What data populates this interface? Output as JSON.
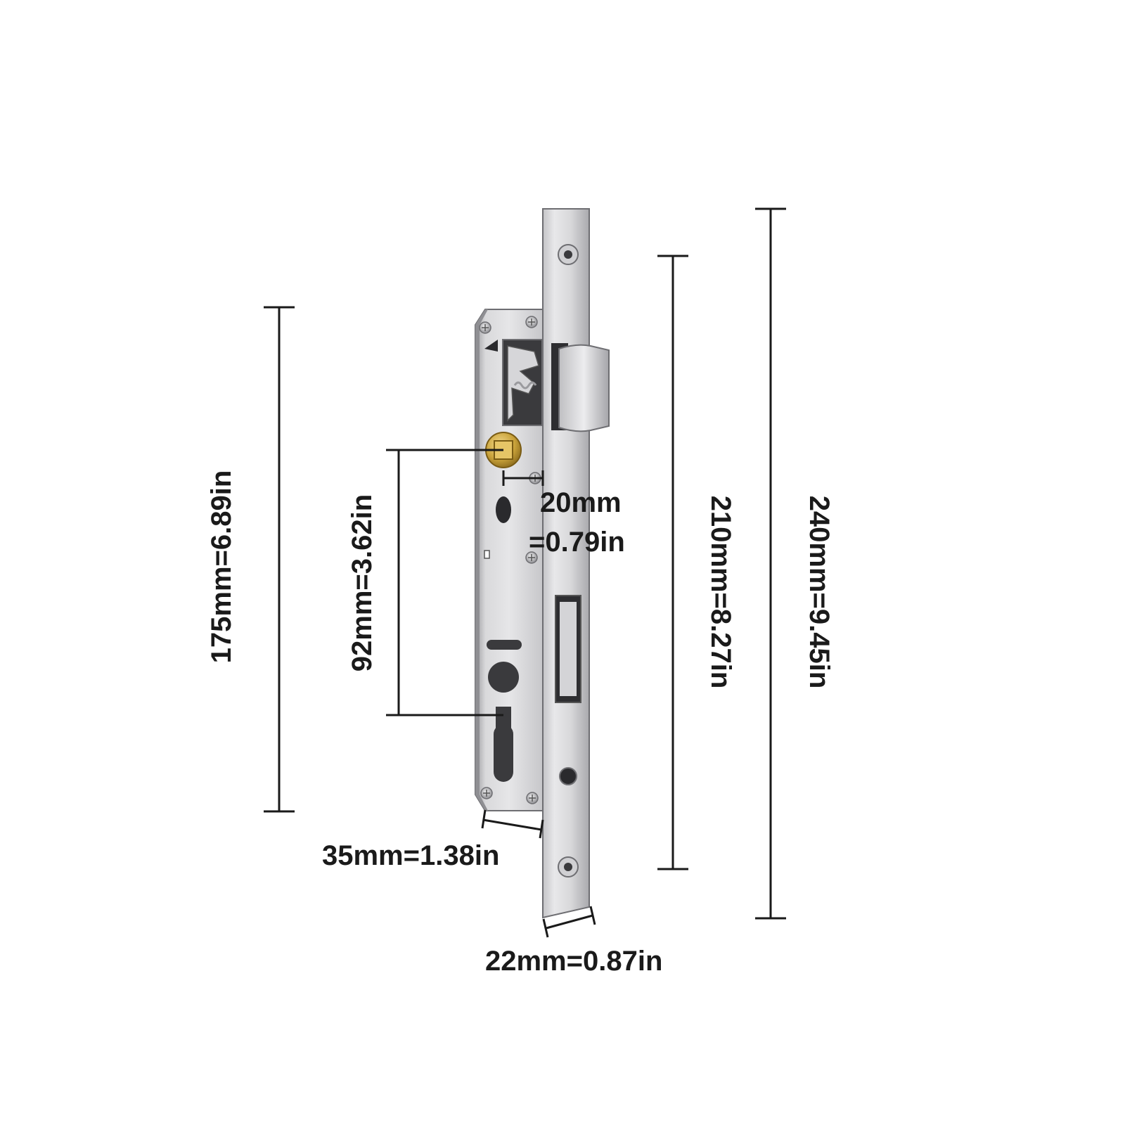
{
  "dimensions": {
    "overall_height": "240mm=9.45in",
    "faceplate_screw_spacing": "210mm=8.27in",
    "body_height": "175mm=6.89in",
    "handle_to_cylinder": "92mm=3.62in",
    "spindle_offset_line1": "20mm",
    "spindle_offset_line2": "=0.79in",
    "backset": "35mm=1.38in",
    "faceplate_width": "22mm=0.87in"
  },
  "colors": {
    "steel_light": "#e9e9ea",
    "steel_mid": "#bdbdc0",
    "steel_dark": "#8c8c90",
    "brass": "#c9a23a",
    "line": "#1a1a1a"
  }
}
